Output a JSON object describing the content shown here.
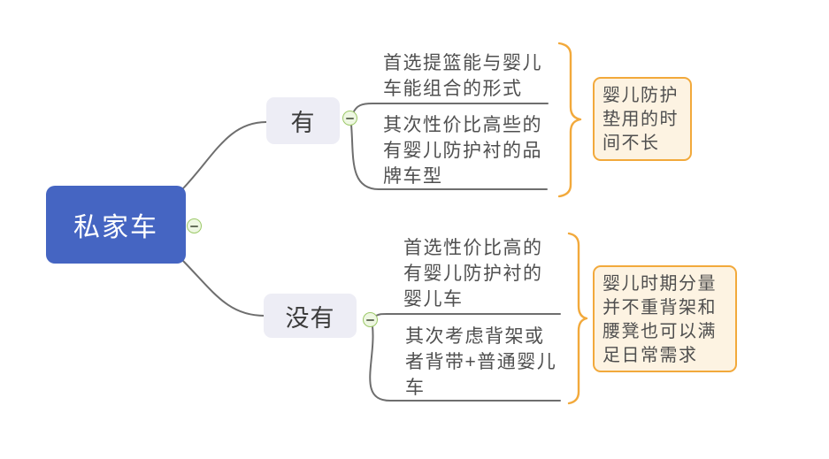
{
  "diagram": {
    "type": "mindmap",
    "root": {
      "label": "私家车"
    },
    "branches": [
      {
        "label": "有",
        "children": [
          {
            "text": "首选提篮能与婴儿车能组合的形式"
          },
          {
            "text": "其次性价比高些的有婴儿防护衬的品牌车型"
          }
        ],
        "summary": {
          "text": "婴儿防护垫用的时间不长"
        }
      },
      {
        "label": "没有",
        "children": [
          {
            "text": "首选性价比高的有婴儿防护衬的婴儿车"
          },
          {
            "text": "其次考虑背架或者背带+普通婴儿车"
          }
        ],
        "summary": {
          "text": "婴儿时期分量并不重背架和腰凳也可以满足日常需求"
        }
      }
    ],
    "icons": {
      "collapse": "minus-circle-icon"
    },
    "colors": {
      "root_bg": "#4565c2",
      "root_text": "#ffffff",
      "branch_bg": "#ededf5",
      "branch_text": "#3b3b3b",
      "child_text": "#4f4f4f",
      "line": "#6e6e6e",
      "summary_border": "#f2a93b",
      "summary_bg": "#fdf3e2",
      "summary_text": "#4f4f4f",
      "collapse_fill": "#eef7e2",
      "collapse_border": "#9cc968"
    }
  }
}
